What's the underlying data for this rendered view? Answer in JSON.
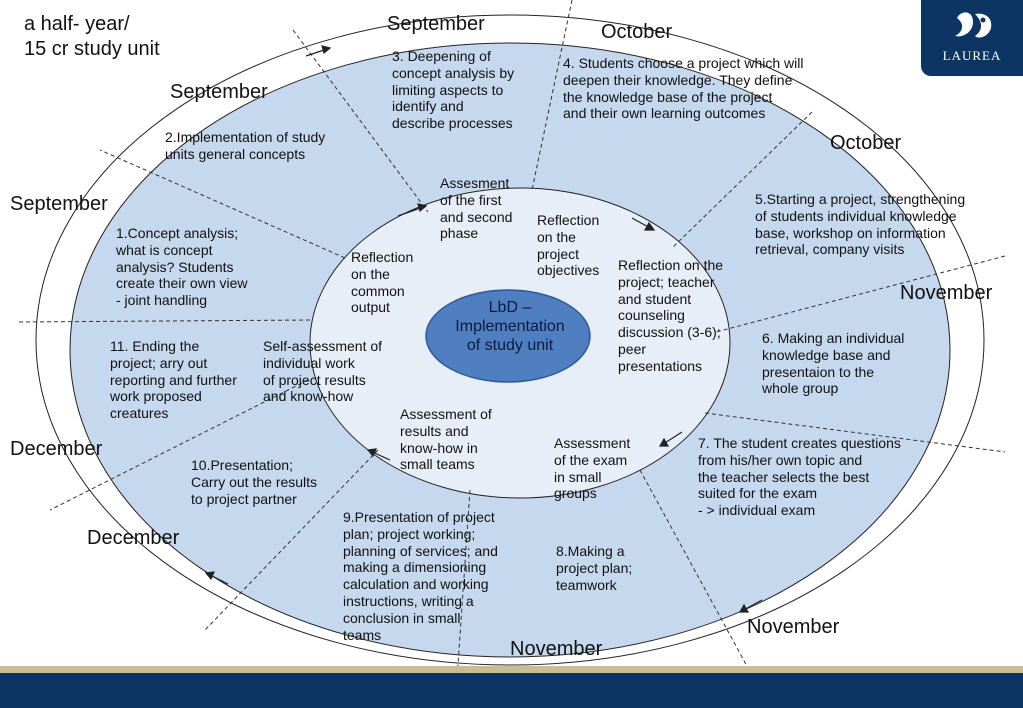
{
  "title": "a half- year/\n 15 cr study unit",
  "center": "LbD –\nImplementation\nof study unit",
  "logo": {
    "text": "LAUREA",
    "icon": "laurea-logo-icon"
  },
  "months": {
    "september_top": "September",
    "october_top": "October",
    "september_left_upper": "September",
    "october_right_upper": "October",
    "september_left": "September",
    "november_right": "November",
    "december_left": "December",
    "december_lower": "December",
    "november_bottom_right": "November",
    "november_bottom": "November"
  },
  "phases": {
    "p1": "1.Concept analysis;\n what is concept\nanalysis? Students\ncreate their own view\n- joint handling",
    "p2": "2.Implementation   of  study\nunits general  concepts",
    "p3": "3. Deepening of\nconcept analysis by\nlimiting aspects to\nidentify  and\ndescribe  processes",
    "p4": "4. Students choose a project which will\ndeepen their knowledge. They define\nthe knowledge base of the project\nand their own learning outcomes",
    "p5": "5.Starting a project, strengthening\nof students individual knowledge\nbase, workshop on information\nretrieval, company visits",
    "p6": "6. Making an individual\nknowledge base and\npresentaion to the\nwhole group",
    "p7": "7. The student creates questions\nfrom his/her own  topic and\nthe teacher selects the best\n suited for the exam\n- > individual exam",
    "p8": "8.Making a\nproject plan;\nteamwork",
    "p9": "9.Presentation of project\nplan;  project working;\nplanning of services; and\nmaking a dimensioning\ncalculation  and  working\ninstructions,  writing a\nconclusion in small\nteams",
    "p10": "10.Presentation;\nCarry out the results\nto project  partner",
    "p11": "11. Ending the\nproject; arry out\nreporting and further\nwork proposed\ncreatures"
  },
  "reflections": {
    "r1": "Assesment\nof  the first\nand second\nphase",
    "r2": "Reflection\non the\nproject\nobjectives",
    "r3": "Reflection on the\nproject; teacher\nand student\ncounseling\ndiscussion (3-6);\npeer\npresentations",
    "r4": "Assessment\nof the exam\nin small\ngroups",
    "r5": "Assessment of\nresults and\nknow-how in\nsmall teams",
    "r6": "Self-assessment of\nindividual work\nof project results\nand know-how",
    "r7": "Reflection\non the\ncommon\noutput"
  },
  "colors": {
    "ring_fill": "#c6d8ee",
    "inner_fill": "#e8eef7",
    "center_fill": "#4f7fc0",
    "navy": "#0c3564",
    "gold": "#c8bd93"
  }
}
